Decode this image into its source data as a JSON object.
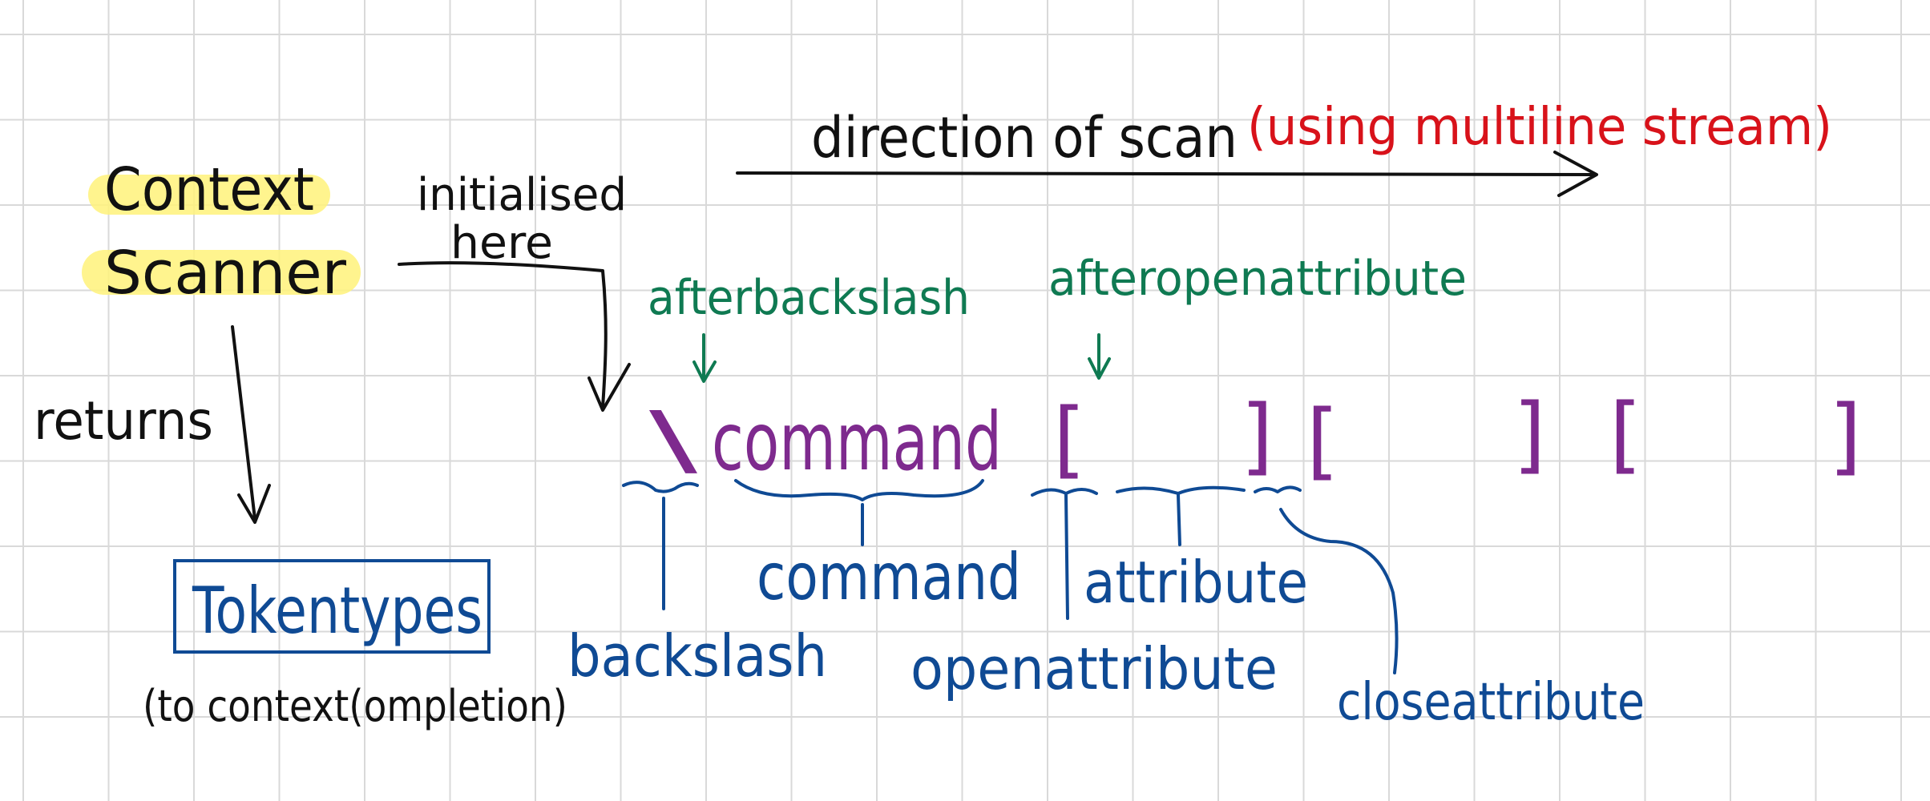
{
  "colors": {
    "black": "#111111",
    "purple": "#7e2a8e",
    "green": "#0f7a52",
    "blue": "#0f4a94",
    "red": "#d8121a",
    "highlight": "#fff27a"
  },
  "left": {
    "context": "Context",
    "scanner": "Scanner",
    "initialised_line1": "initialised",
    "initialised_line2": "here",
    "returns": "returns",
    "tokentypes": "Tokentypes",
    "to_context": "(to context(ompletion)"
  },
  "scan": {
    "direction": "direction of scan",
    "stream_note": "(using multiline stream)"
  },
  "positions": {
    "after_backslash": "afterbackslash",
    "after_open_attribute": "afteropenattribute"
  },
  "source": {
    "backslash": "\\",
    "command": "command",
    "open1": "[",
    "close1": "]",
    "open2": "[",
    "close2": "]",
    "open3": "[",
    "close3": "]"
  },
  "tokens": {
    "backslash": "backslash",
    "command": "command",
    "openattribute": "openattribute",
    "attribute": "attribute",
    "closeattribute": "closeattribute"
  }
}
